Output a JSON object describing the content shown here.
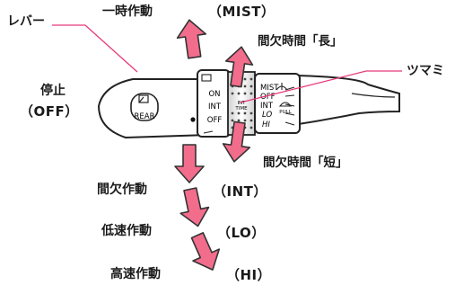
{
  "labels": {
    "lever": "レバー",
    "stop_line1": "停止",
    "stop_line2": "（OFF）",
    "knob": "ツマミ",
    "mist_title": "一時作動",
    "mist_sub": "（MIST）",
    "int_long": "間欠時間「長」",
    "int_short": "間欠時間「短」",
    "int_title": "間欠作動",
    "int_sub": "（INT）",
    "lo_title": "低速作動",
    "lo_sub": "（LO）",
    "hi_title": "高速作動",
    "hi_sub": "（HI）"
  },
  "switch_rear": {
    "rear": "REAR",
    "on": "ON",
    "int": "INT",
    "off": "OFF"
  },
  "switch_front": {
    "mist": "MIST",
    "off": "OFF",
    "int": "INT",
    "lo": "LO",
    "hi": "HI",
    "pull": "PULL",
    "int_time_1": "INT",
    "int_time_2": "TIME"
  },
  "colors": {
    "arrow_fill": "#f26d8c",
    "arrow_stroke": "#333333",
    "leader": "#e6397a"
  }
}
